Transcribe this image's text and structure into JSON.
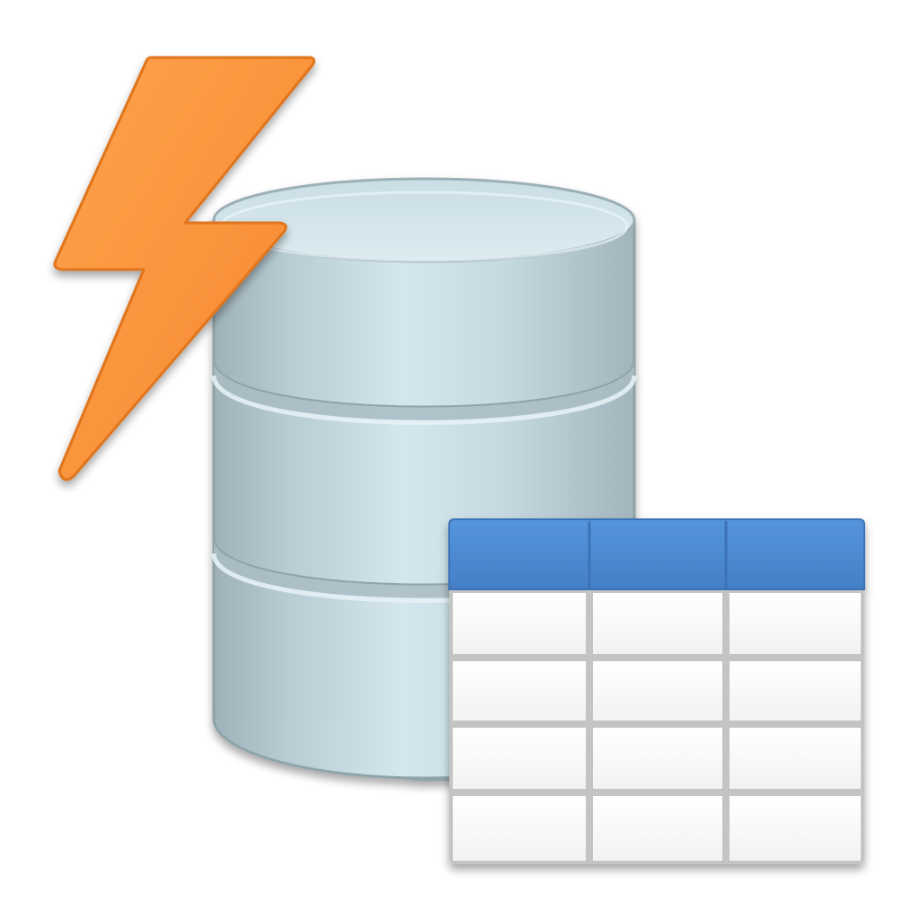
{
  "icon": {
    "name": "database-table-lightning",
    "parts": [
      "lightning-bolt-icon",
      "database-cylinder-icon",
      "table-grid-icon"
    ]
  },
  "colors": {
    "background": "#ffffff",
    "bolt_light": "#ffa04a",
    "bolt_dark": "#f0822a",
    "bolt_outline": "#e0741f",
    "db_light": "#d4e7ee",
    "db_mid": "#b9cdd4",
    "db_dark": "#98acb3",
    "db_outline": "#8fa3aa",
    "db_top": "#d6e8ee",
    "table_header": "#4a88d0",
    "table_header_dark": "#3c76bd",
    "table_cell": "#fbfbfb",
    "table_grid": "#c4c4c4"
  },
  "table": {
    "header_columns": 3,
    "body_rows": 4,
    "body_columns": 3
  }
}
